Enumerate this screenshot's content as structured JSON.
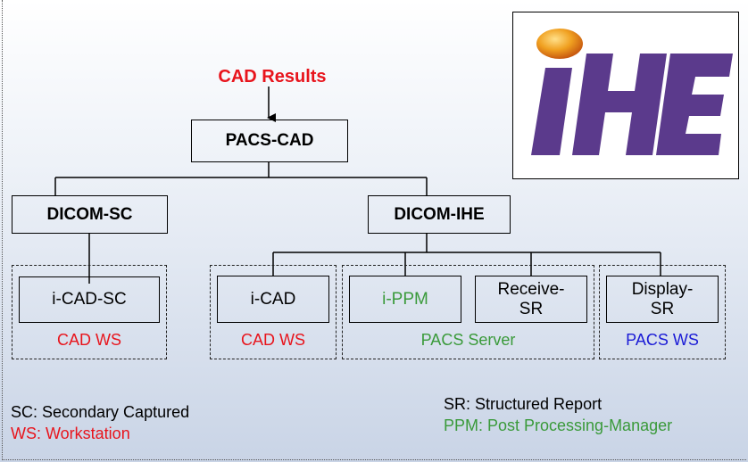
{
  "title": "CAD Results",
  "logo_text": "IHE",
  "nodes": {
    "pacs_cad": "PACS-CAD",
    "dicom_sc": "DICOM-SC",
    "dicom_ihe": "DICOM-IHE",
    "i_cad_sc": "i-CAD-SC",
    "i_cad": "i-CAD",
    "i_ppm": "i-PPM",
    "receive_sr_1": "Receive-",
    "receive_sr_2": "SR",
    "display_sr_1": "Display-",
    "display_sr_2": "SR"
  },
  "groups": {
    "cad_ws_1": "CAD WS",
    "cad_ws_2": "CAD WS",
    "pacs_server": "PACS Server",
    "pacs_ws": "PACS WS"
  },
  "legend": {
    "sc": "SC: Secondary Captured",
    "ws": "WS:  Workstation",
    "sr": "SR: Structured Report",
    "ppm": "PPM: Post Processing-Manager"
  },
  "colors": {
    "red": "#e8141c",
    "green": "#3a9a3a",
    "blue": "#1a1ad6",
    "logo_purple": "#5b3a8c",
    "logo_orange": "#e88a1a"
  }
}
